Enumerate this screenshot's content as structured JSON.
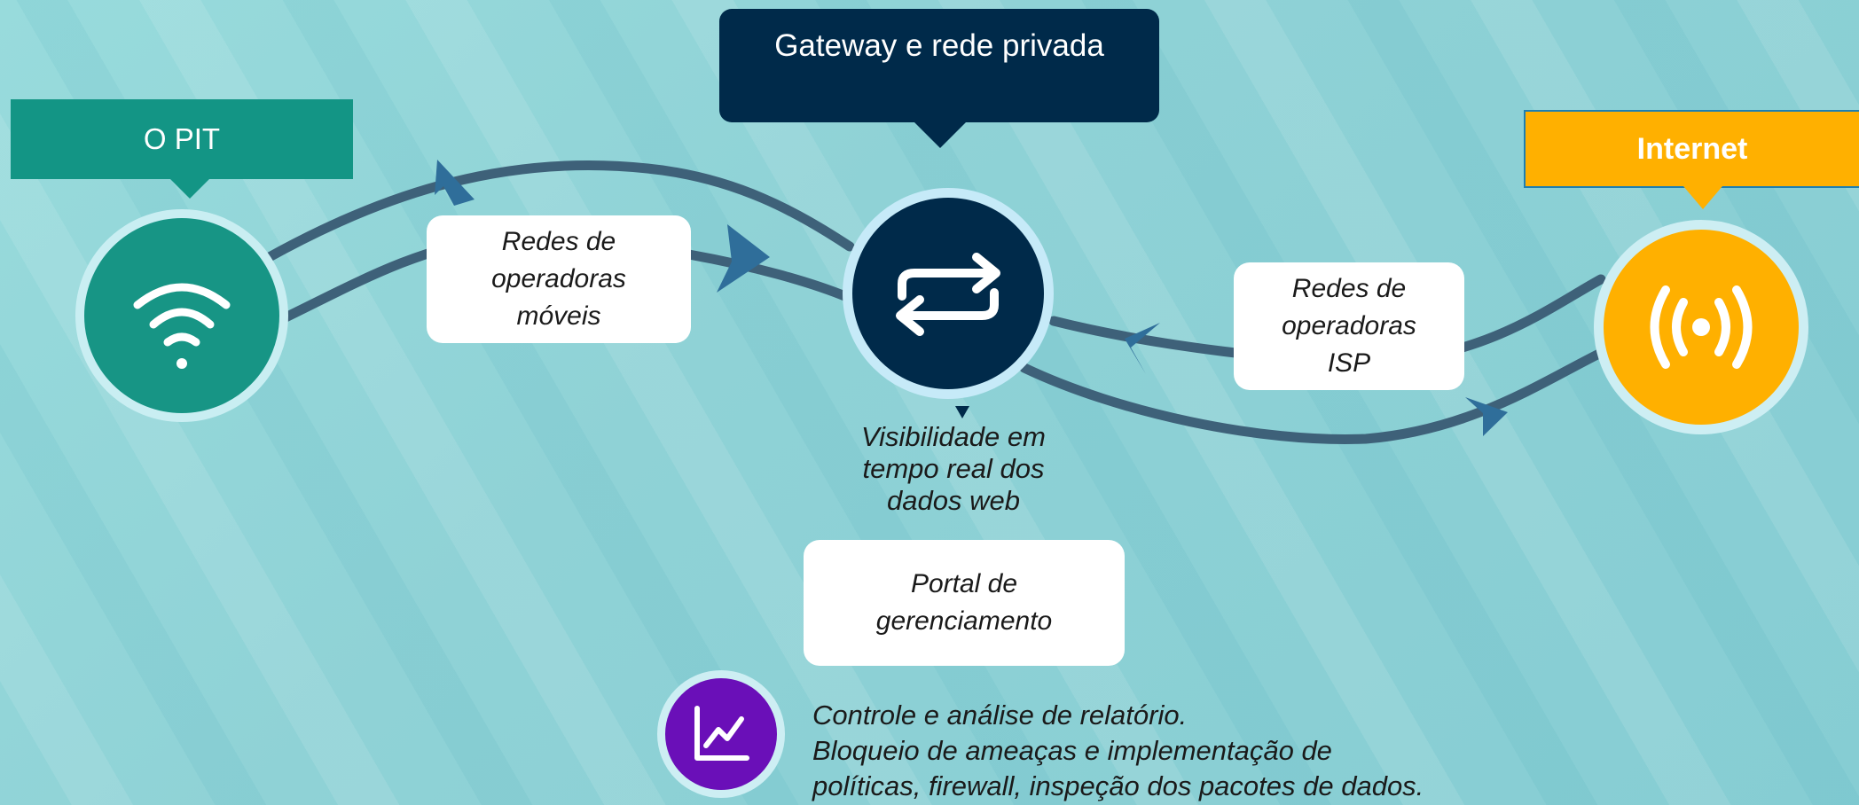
{
  "colors": {
    "pit": "#139585",
    "gateway": "#002a4a",
    "internet": "#ffb000",
    "report": "#6a0fb8",
    "connector": "#3e6179"
  },
  "pit": {
    "label": "O PIT",
    "icon": "wifi-icon"
  },
  "gateway": {
    "label": "Gateway e rede privada",
    "icon": "exchange-arrows-icon"
  },
  "internet": {
    "label": "Internet",
    "icon": "broadcast-icon"
  },
  "mobile_networks": {
    "line1": "Redes de",
    "line2": "operadoras",
    "line3": "móveis"
  },
  "isp_networks": {
    "line1": "Redes de",
    "line2": "operadoras",
    "line3": "ISP"
  },
  "visibility": {
    "line1": "Visibilidade em",
    "line2": "tempo real dos",
    "line3": "dados web"
  },
  "portal": {
    "line1": "Portal de",
    "line2": "gerenciamento"
  },
  "report": {
    "icon": "line-chart-icon",
    "line1": "Controle e  análise de relatório.",
    "line2": "Bloqueio de ameaças e implementação de",
    "line3": "políticas, firewall, inspeção dos pacotes de dados."
  }
}
